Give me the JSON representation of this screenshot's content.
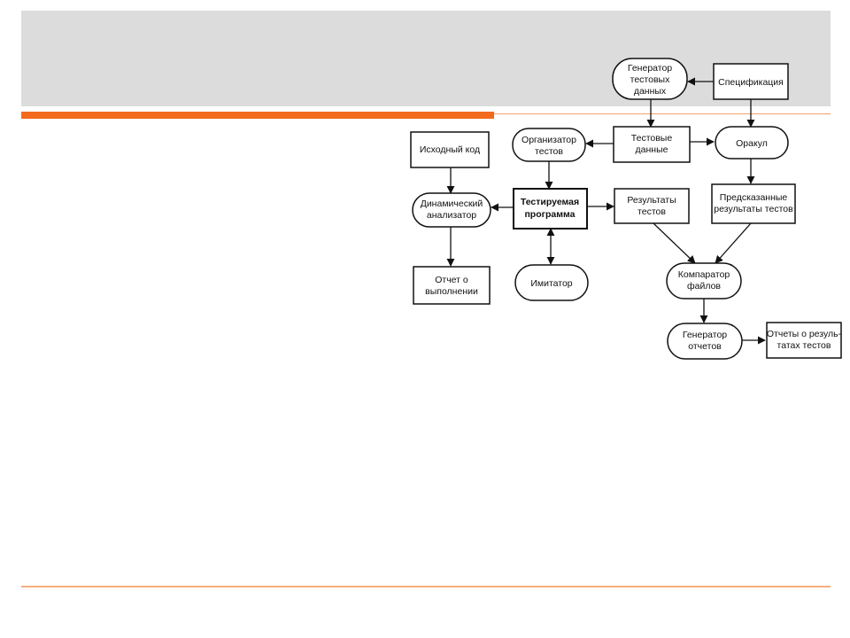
{
  "diagram": {
    "nodes": {
      "generator_test_data": [
        "Генератор",
        "тестовых",
        "данных"
      ],
      "specification": [
        "Спецификация"
      ],
      "source_code": [
        "Исходный код"
      ],
      "test_organizer": [
        "Организатор",
        "тестов"
      ],
      "test_data": [
        "Тестовые",
        "данные"
      ],
      "oracle": [
        "Оракул"
      ],
      "dynamic_analyzer": [
        "Динамический",
        "анализатор"
      ],
      "program_under_test": [
        "Тестируемая",
        "программа"
      ],
      "test_results": [
        "Результаты",
        "тестов"
      ],
      "predicted_results": [
        "Предсказанные",
        "результаты тестов"
      ],
      "execution_report": [
        "Отчет о",
        "выполнении"
      ],
      "simulator": [
        "Имитатор"
      ],
      "file_comparator": [
        "Компаратор",
        "файлов"
      ],
      "report_generator": [
        "Генератор",
        "отчетов"
      ],
      "test_result_reports": [
        "Отчеты о резуль-",
        "татах тестов"
      ]
    }
  }
}
